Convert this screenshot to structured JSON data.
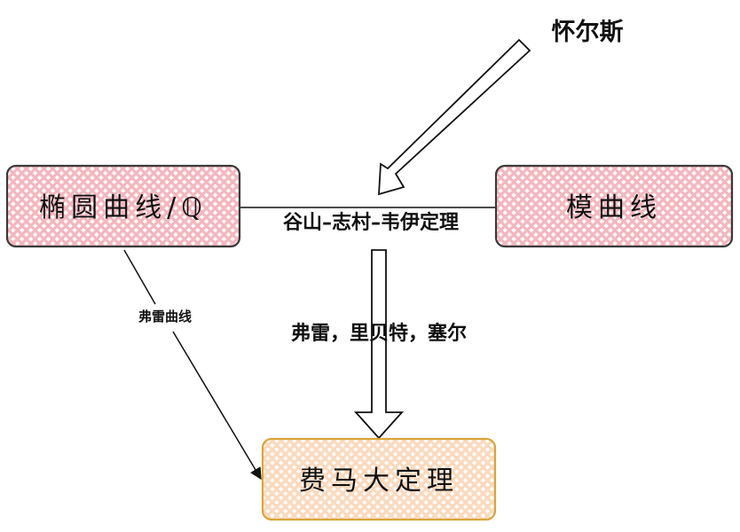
{
  "colors": {
    "pink_fill": "#f4b6bd",
    "pink_stroke": "#3a3a3a",
    "orange_fill": "#fbd9bc",
    "orange_stroke": "#d9a53a",
    "line": "#111111"
  },
  "nodes": {
    "elliptic_curve": "椭圆曲线/ℚ",
    "modular_curve": "模曲线",
    "fermat": "费马大定理"
  },
  "labels": {
    "wiles": "怀尔斯",
    "taniyama": "谷山–志村–韦伊定理",
    "frey_curve": "弗雷曲线",
    "frey_ribet_serre": "弗雷，里贝特，塞尔"
  }
}
